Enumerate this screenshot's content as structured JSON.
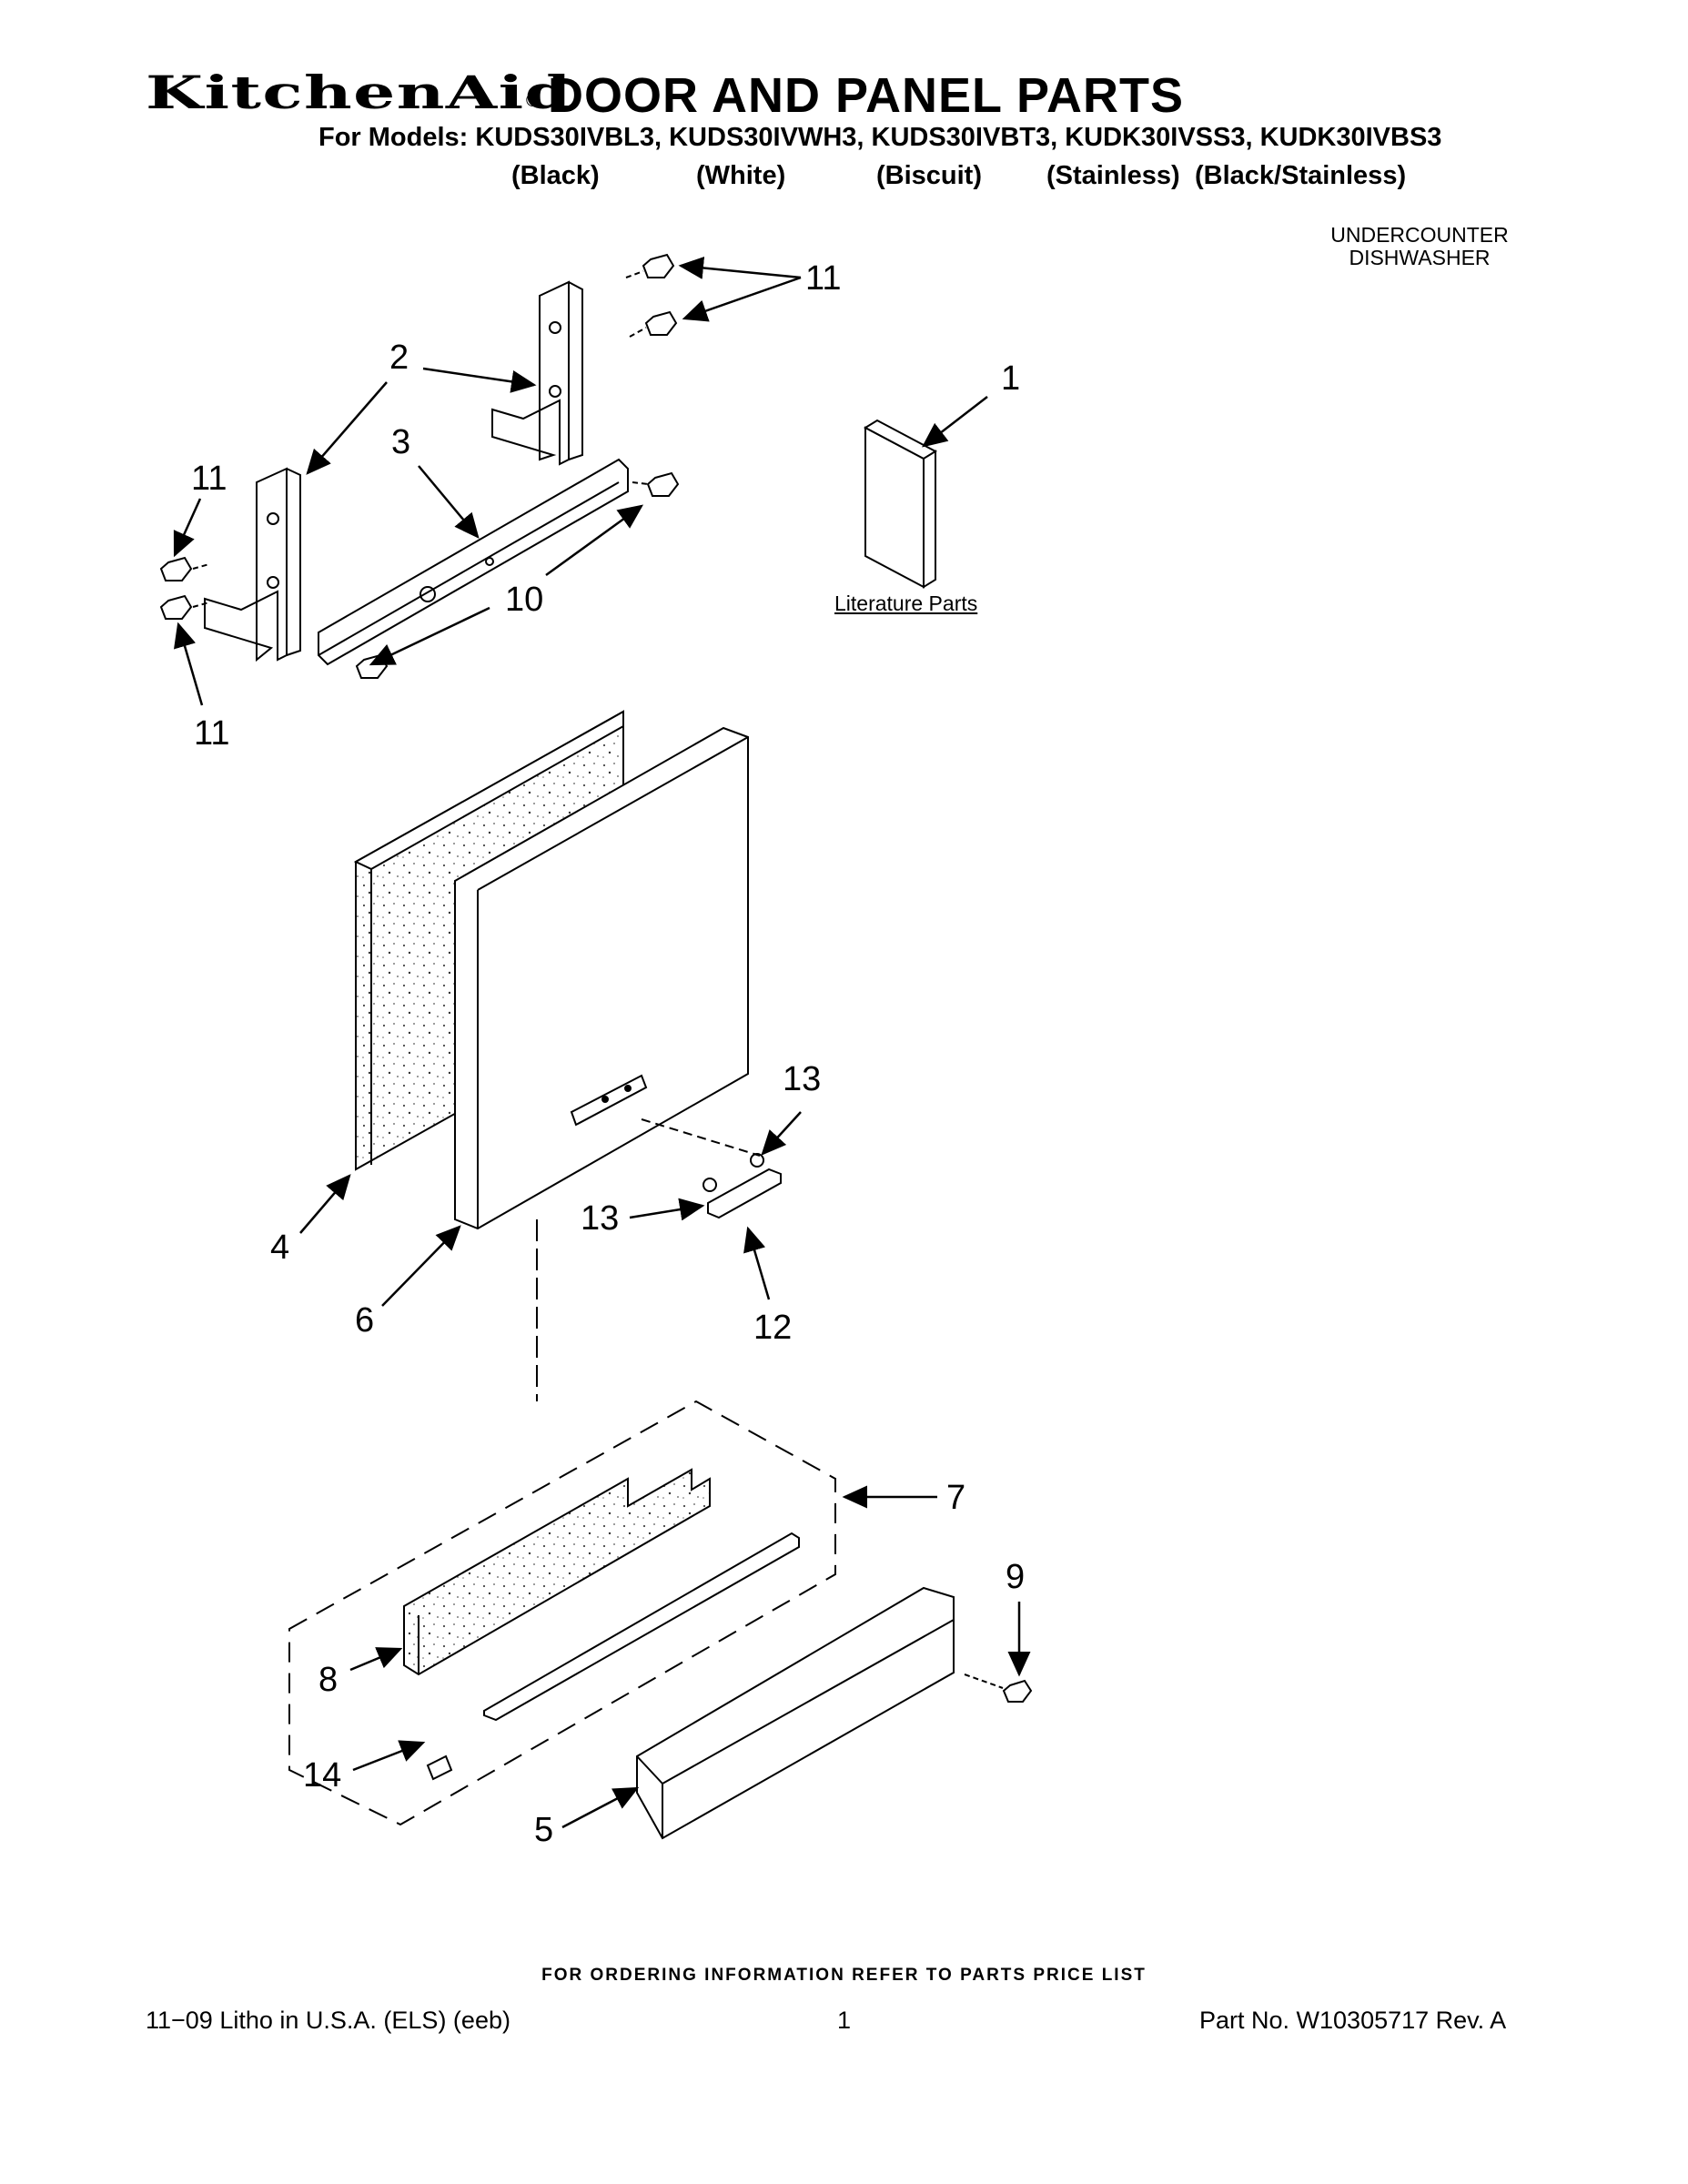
{
  "header": {
    "brand": "KitchenAid",
    "registered_mark": "®",
    "title": "DOOR AND PANEL PARTS",
    "models_line": "For Models: KUDS30IVBL3, KUDS30IVWH3, KUDS30IVBT3, KUDK30IVSS3, KUDK30IVBS3",
    "colors": [
      "(Black)",
      "(White)",
      "(Biscuit)",
      "(Stainless)",
      "(Black/Stainless)"
    ],
    "product_type": [
      "UNDERCOUNTER",
      "DISHWASHER"
    ]
  },
  "diagram": {
    "callouts": [
      "1",
      "2",
      "3",
      "4",
      "5",
      "6",
      "7",
      "8",
      "9",
      "10",
      "11",
      "12",
      "13",
      "14"
    ],
    "literature_label": "Literature Parts"
  },
  "footer": {
    "ordering_note": "FOR ORDERING INFORMATION REFER TO PARTS PRICE LIST",
    "litho": "11−09 Litho in U.S.A. (ELS) (eeb)",
    "page": "1",
    "part_no": "Part No. W10305717 Rev. A"
  }
}
